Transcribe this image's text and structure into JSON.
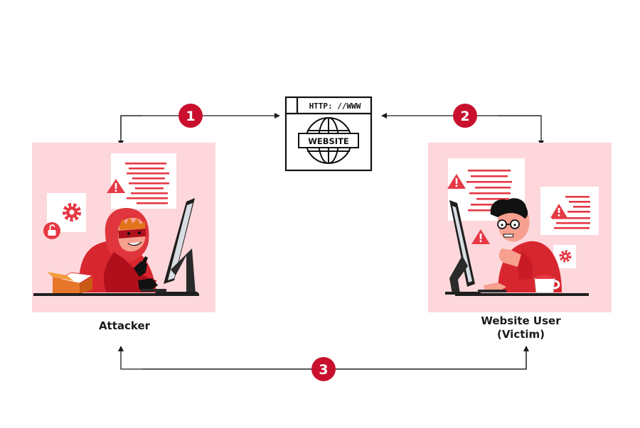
{
  "browser": {
    "url_text": "HTTP: //WWW",
    "badge_text": "WEBSITE"
  },
  "steps": [
    {
      "number": "1"
    },
    {
      "number": "2"
    },
    {
      "number": "3"
    }
  ],
  "actors": {
    "attacker": {
      "label": "Attacker"
    },
    "victim": {
      "label_line1": "Website User",
      "label_line2": "(Victim)"
    }
  },
  "colors": {
    "accent": "#c8102e",
    "panel": "#fdd7db",
    "skin": "#f7a08f",
    "warning": "#e53945",
    "ink": "#111111"
  },
  "icons": [
    "browser-window-icon",
    "globe-icon",
    "warning-icon",
    "gear-icon",
    "unlock-icon",
    "hooded-attacker-illustration",
    "stressed-user-illustration"
  ]
}
